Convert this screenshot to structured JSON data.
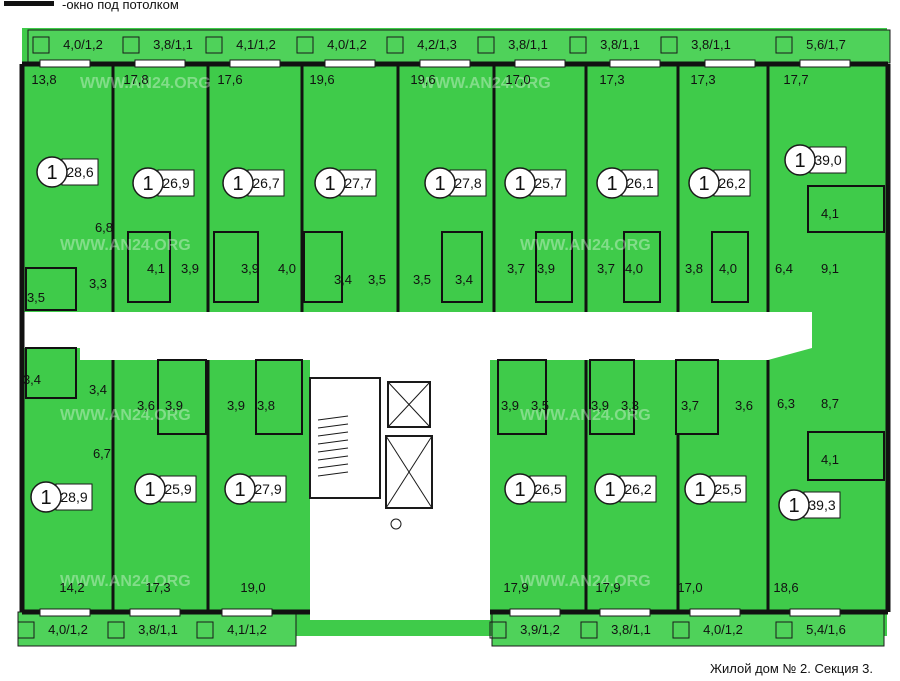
{
  "legend": {
    "label": "-окно под потолком"
  },
  "caption": "Жилой дом № 2. Секция 3.",
  "watermark": "WWW.AN24.ORG",
  "colors": {
    "room": "#3fcb4a",
    "balcony": "#4fd25a",
    "wall": "#111111",
    "corridor": "#ffffff",
    "line": "#1a1a1a"
  },
  "apartments": [
    {
      "rooms": "1",
      "total": "28,6"
    },
    {
      "rooms": "1",
      "total": "26,9"
    },
    {
      "rooms": "1",
      "total": "26,7"
    },
    {
      "rooms": "1",
      "total": "27,7"
    },
    {
      "rooms": "1",
      "total": "27,8"
    },
    {
      "rooms": "1",
      "total": "25,7"
    },
    {
      "rooms": "1",
      "total": "26,1"
    },
    {
      "rooms": "1",
      "total": "26,2"
    },
    {
      "rooms": "1",
      "total": "39,0"
    },
    {
      "rooms": "1",
      "total": "28,9"
    },
    {
      "rooms": "1",
      "total": "25,9"
    },
    {
      "rooms": "1",
      "total": "27,9"
    },
    {
      "rooms": "1",
      "total": "26,5"
    },
    {
      "rooms": "1",
      "total": "26,2"
    },
    {
      "rooms": "1",
      "total": "25,5"
    },
    {
      "rooms": "1",
      "total": "39,3"
    }
  ],
  "balconies": [
    "4,0/1,2",
    "3,8/1,1",
    "4,1/1,2",
    "4,0/1,2",
    "4,2/1,3",
    "3,8/1,1",
    "3,8/1,1",
    "3,8/1,1",
    "5,6/1,7",
    "4,0/1,2",
    "3,8/1,1",
    "4,1/1,2",
    "3,9/1,2",
    "3,8/1,1",
    "4,0/1,2",
    "5,4/1,6"
  ],
  "room_areas": [
    "13,8",
    "17,8",
    "17,6",
    "19,6",
    "19,6",
    "17,0",
    "17,3",
    "17,3",
    "17,7",
    "6,8",
    "4,1",
    "3,9",
    "3,3",
    "3,9",
    "4,0",
    "3,4",
    "3,5",
    "3,5",
    "3,4",
    "3,7",
    "3,9",
    "3,7",
    "4,0",
    "3,8",
    "4,0",
    "6,4",
    "9,1",
    "4,1",
    "3,5",
    "3,4",
    "3,4",
    "3,6",
    "3,9",
    "3,9",
    "3,8",
    "3,9",
    "3,5",
    "3,9",
    "3,3",
    "3,7",
    "3,6",
    "6,3",
    "8,7",
    "6,7",
    "4,1",
    "14,2",
    "17,3",
    "19,0",
    "17,9",
    "17,9",
    "17,0",
    "18,6"
  ]
}
